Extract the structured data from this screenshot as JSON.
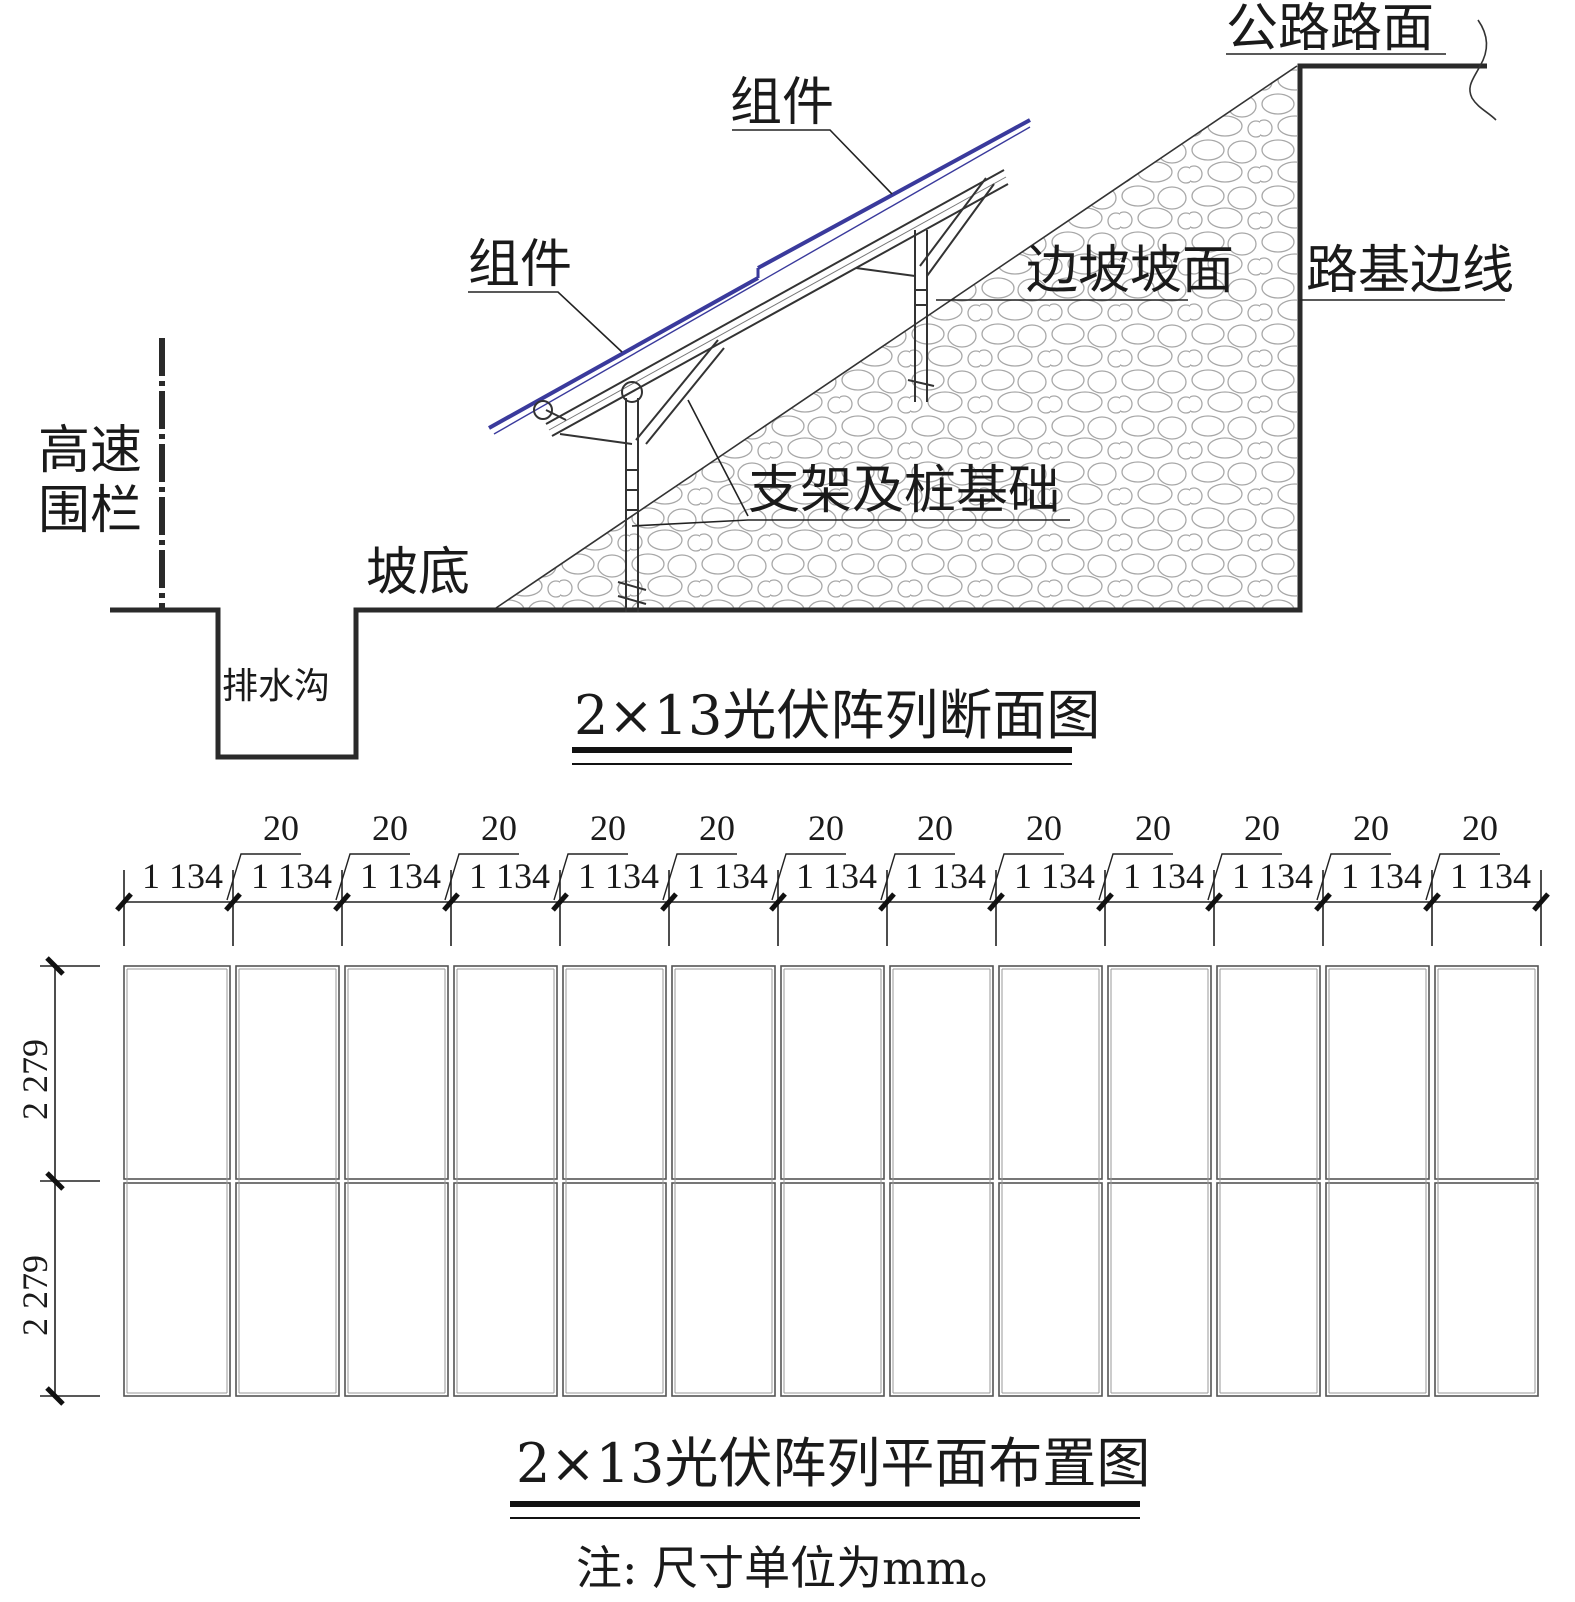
{
  "section": {
    "road_surface": "公路路面",
    "module_top": "组件",
    "module_left": "组件",
    "slope_face": "边坡坡面",
    "subgrade_edge": "路基边线",
    "highway_fence_line1": "高速",
    "highway_fence_line2": "围栏",
    "support_pile": "支架及桩基础",
    "slope_toe": "坡底",
    "drain_ditch": "排水沟",
    "title": "2×13光伏阵列断面图"
  },
  "plan": {
    "gap_labels": [
      "20",
      "20",
      "20",
      "20",
      "20",
      "20",
      "20",
      "20",
      "20",
      "20",
      "20",
      "20"
    ],
    "width_labels": [
      "1 134",
      "1 134",
      "1 134",
      "1 134",
      "1 134",
      "1 134",
      "1 134",
      "1 134",
      "1 134",
      "1 134",
      "1 134",
      "1 134",
      "1 134"
    ],
    "row_labels": [
      "2 279",
      "2 279"
    ],
    "title": "2×13光伏阵列平面布置图"
  },
  "note": "注: 尺寸单位为mm。",
  "colors": {
    "panel_edge": "#3a3a9c",
    "line": "#222222",
    "hatch": "#9a9a9a"
  }
}
